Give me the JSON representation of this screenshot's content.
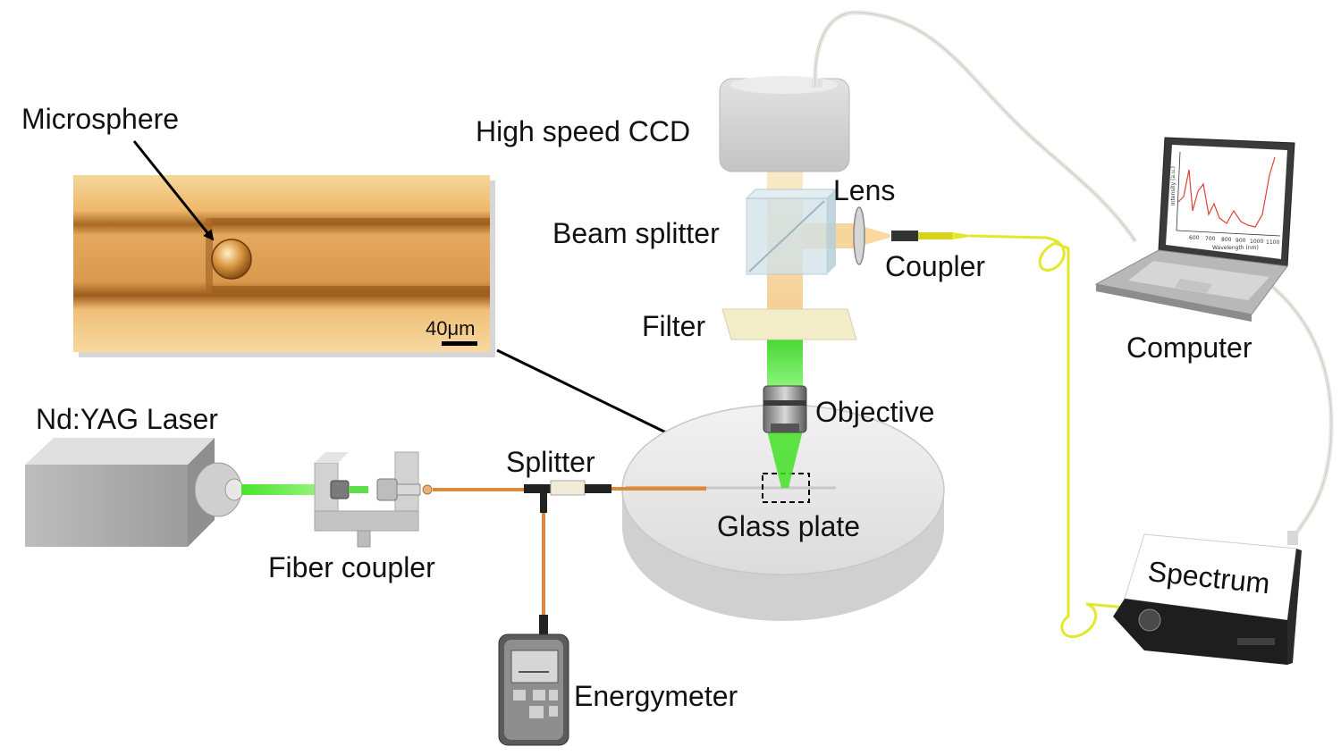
{
  "labels": {
    "microsphere": "Microsphere",
    "high_speed_ccd": "High speed CCD",
    "lens": "Lens",
    "beam_splitter": "Beam splitter",
    "coupler": "Coupler",
    "filter": "Filter",
    "objective": "Objective",
    "computer": "Computer",
    "laser": "Nd:YAG Laser",
    "splitter": "Splitter",
    "glass_plate": "Glass plate",
    "fiber_coupler": "Fiber coupler",
    "energymeter": "Energymeter",
    "spectrum": "Spectrum"
  },
  "inset": {
    "scale_bar": "40μm"
  },
  "screen_plot": {
    "x_ticks": [
      "600",
      "700",
      "800",
      "900",
      "1000",
      "1100"
    ],
    "x_label": "Wavelength (nm)",
    "y_label": "Intensity (a.u.)"
  },
  "colors": {
    "green_beam": "#39e61a",
    "orange_beam": "#f6c77a",
    "fiber_orange": "#d98a3a",
    "fiber_yellow": "#e3e82a",
    "inset_bg": "#f0c479",
    "inset_channel": "#b8722a",
    "device_gray": "#c9c9c9",
    "plot_line": "#e0403a"
  }
}
